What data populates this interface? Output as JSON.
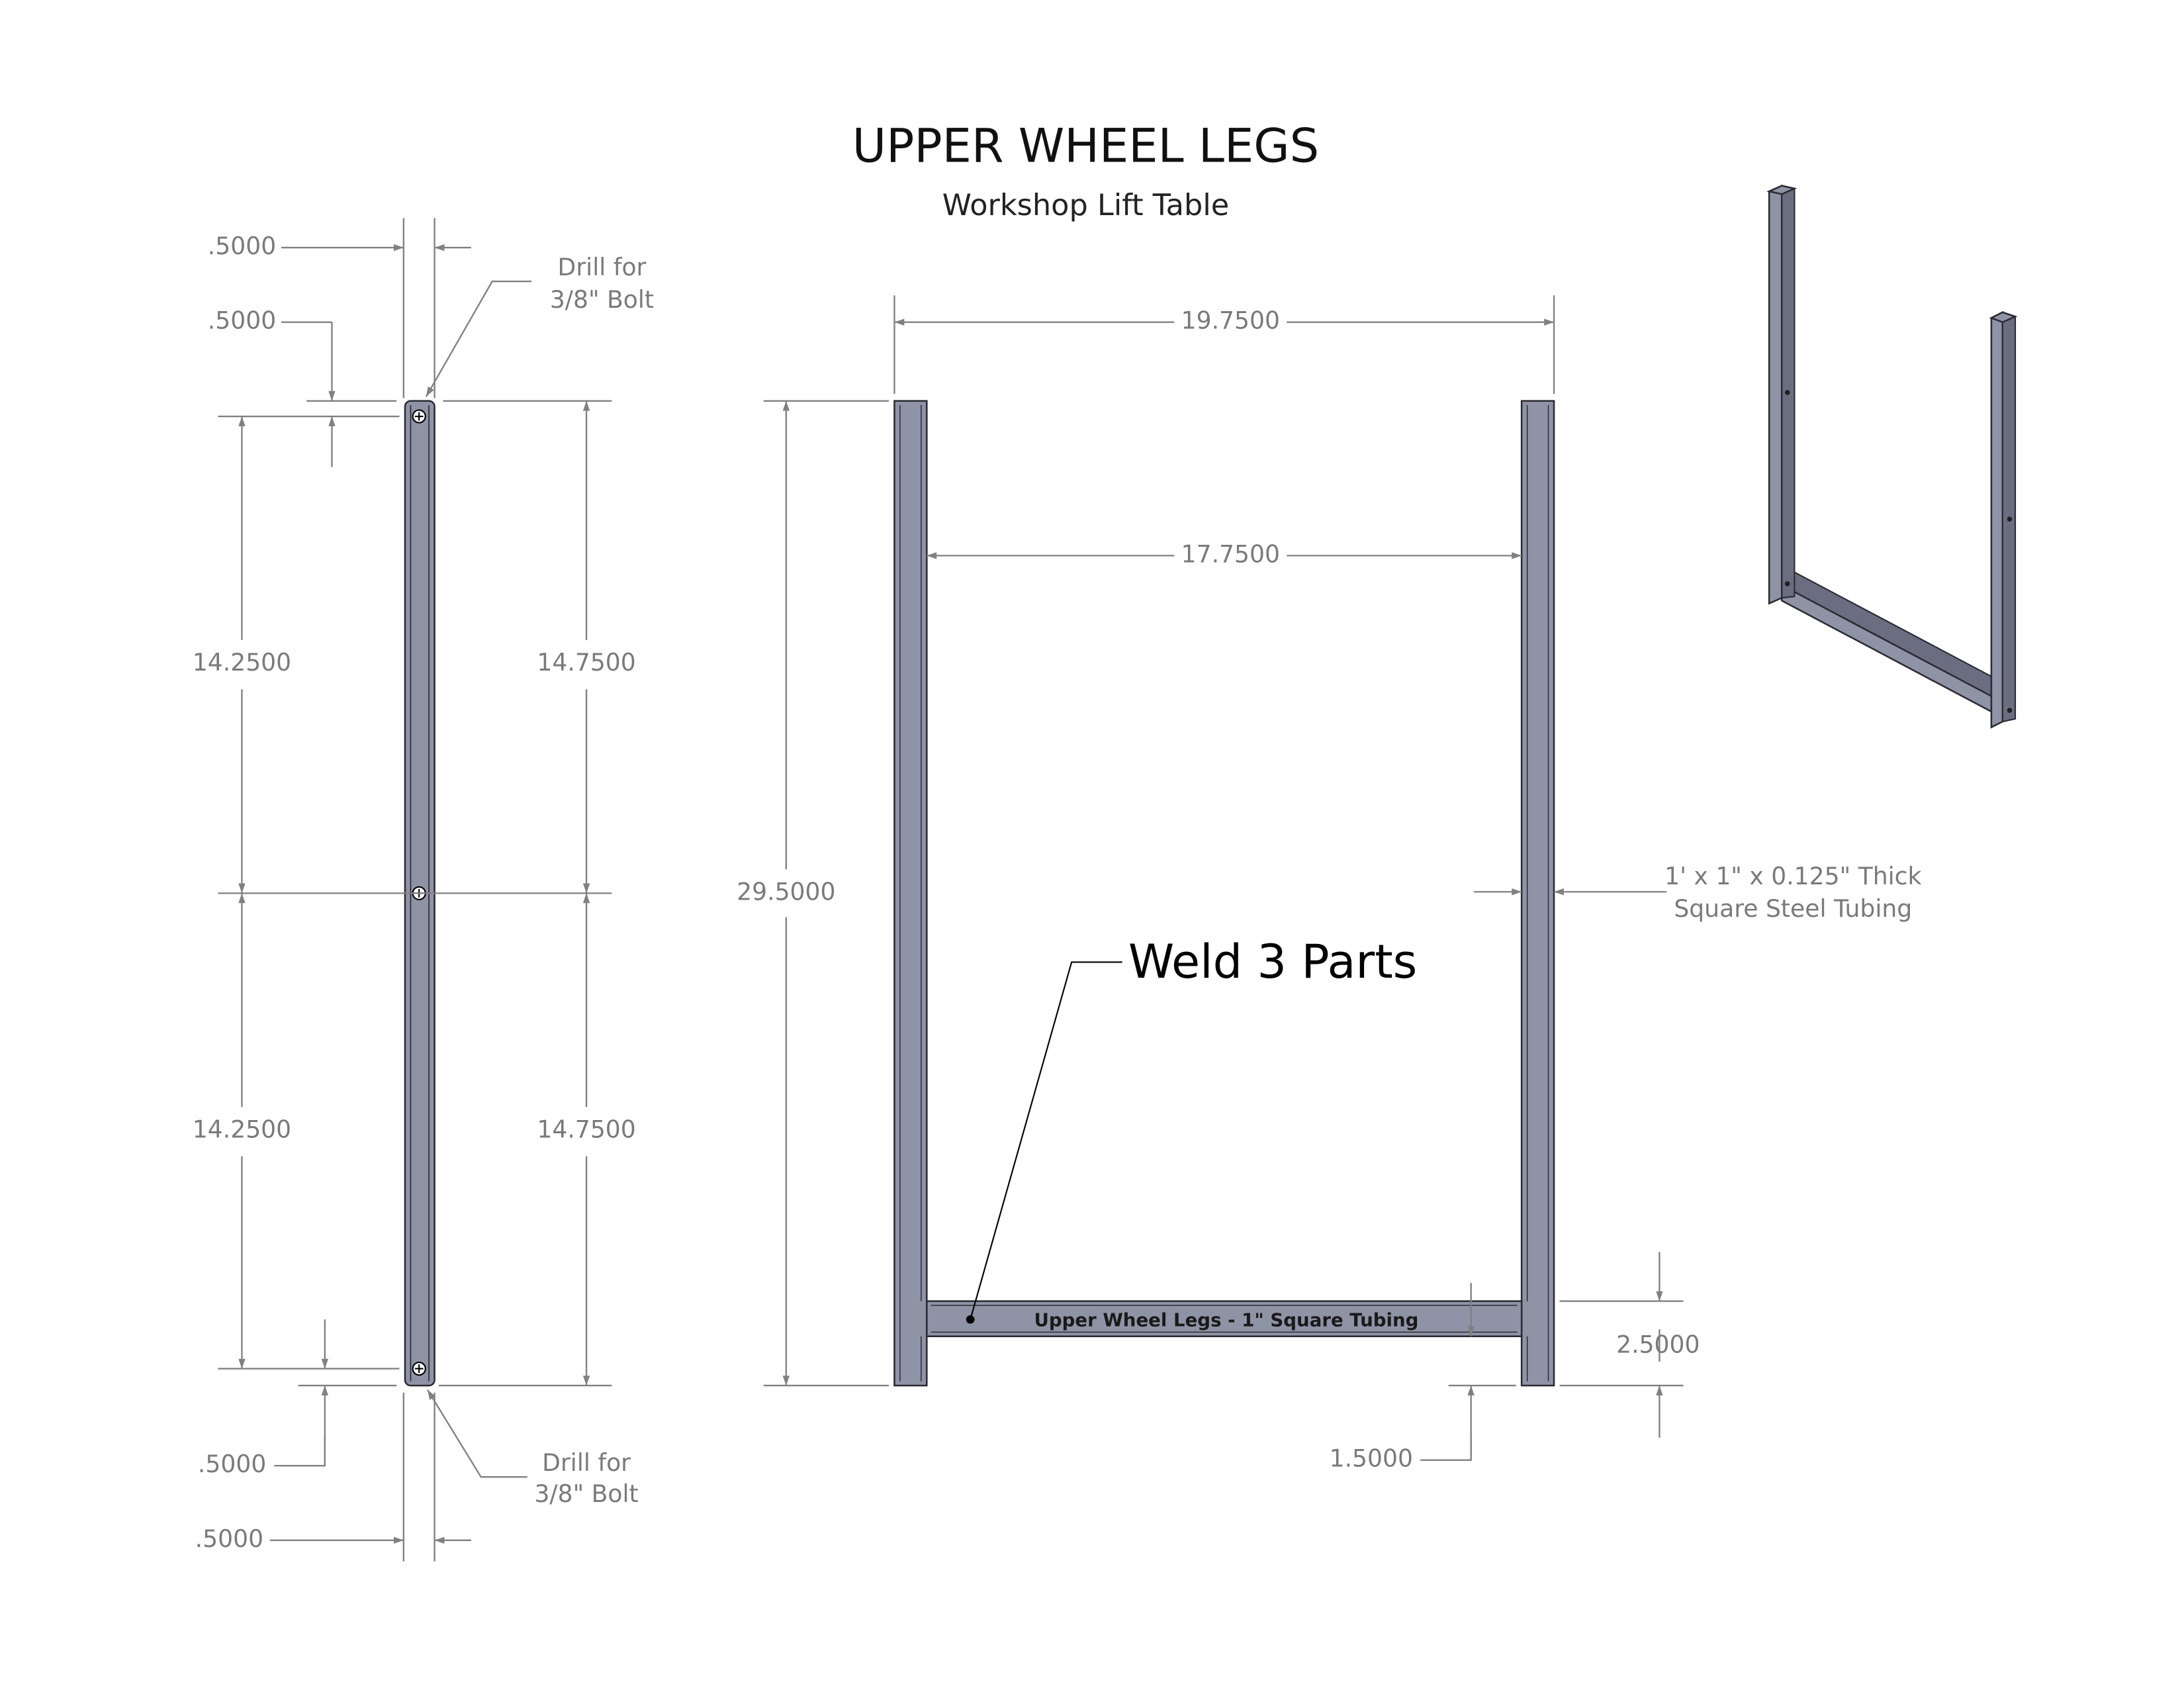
{
  "header": {
    "title": "UPPER WHEEL LEGS",
    "subtitle": "Workshop Lift Table"
  },
  "side_view": {
    "dims": {
      "top_offset_width": ".5000",
      "top_hole_offset": ".5000",
      "upper_hole_spacing_left": "14.2500",
      "lower_hole_spacing_left": "14.2500",
      "upper_span_right": "14.7500",
      "lower_span_right": "14.7500",
      "bottom_hole_offset": ".5000",
      "bottom_offset_width": ".5000"
    },
    "notes": {
      "top_drill_line1": "Drill for",
      "top_drill_line2": "3/8\" Bolt",
      "bottom_drill_line1": "Drill for",
      "bottom_drill_line2": "3/8\" Bolt"
    }
  },
  "front_view": {
    "dims": {
      "overall_width": "19.7500",
      "inside_width": "17.7500",
      "overall_height": "29.5000",
      "crossbar_height": "2.5000",
      "crossbar_gap": "1.5000"
    },
    "tubing_note_line1": "1' x 1\" x 0.125\" Thick",
    "tubing_note_line2": "Square Steel Tubing",
    "weld_note": "Weld 3 Parts",
    "part_label": "Upper Wheel Legs  -  1\" Square Tubing"
  },
  "colors": {
    "steel": "#8f93a6",
    "dimension": "#808080"
  }
}
